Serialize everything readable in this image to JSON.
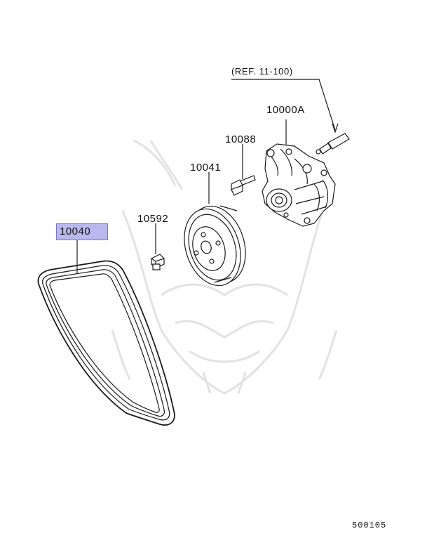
{
  "diagram": {
    "reference_note": "(REF. 11-100)",
    "figure_number": "500105",
    "parts": [
      {
        "part_number": "10040",
        "highlighted": true
      },
      {
        "part_number": "10592",
        "highlighted": false
      },
      {
        "part_number": "10041",
        "highlighted": false
      },
      {
        "part_number": "10088",
        "highlighted": false
      },
      {
        "part_number": "10000A",
        "highlighted": false
      }
    ],
    "highlight_color": "#b9b9ef"
  }
}
